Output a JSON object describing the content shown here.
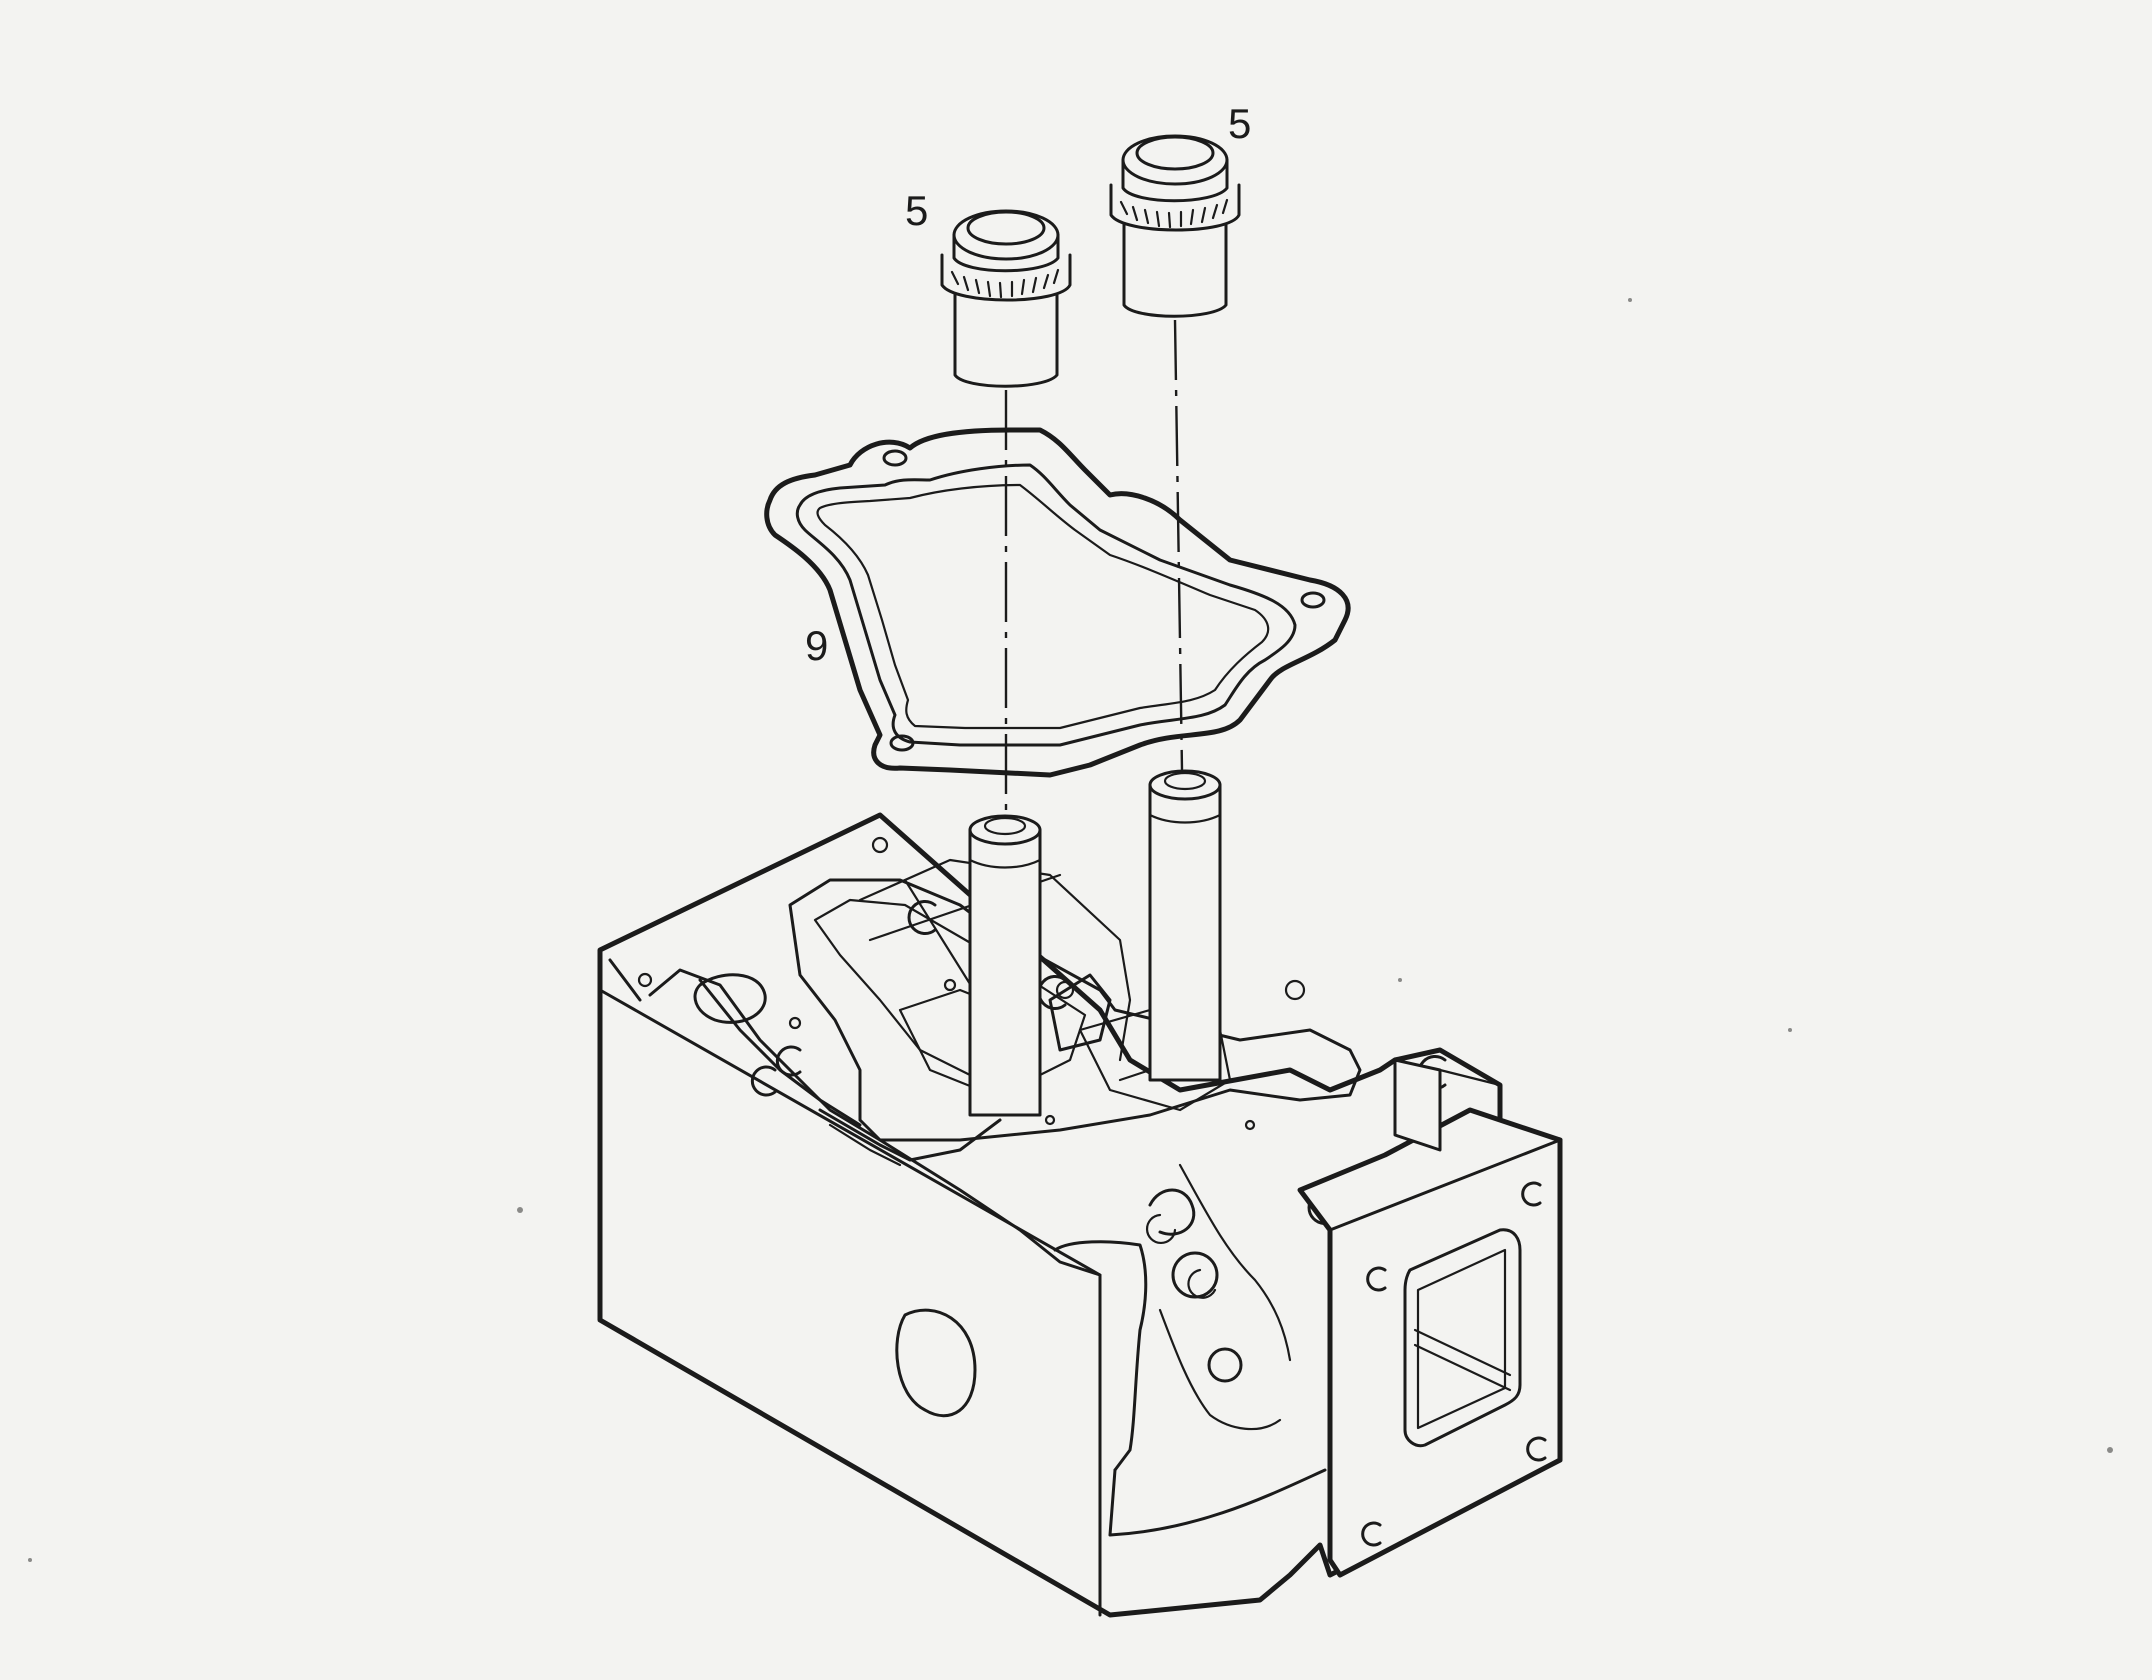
{
  "callouts": {
    "valve_guide_left": "5",
    "valve_guide_right": "5",
    "gasket": "9"
  },
  "colors": {
    "ink": "#1b1b1b",
    "paper": "#f3f3f1"
  },
  "icons": {
    "valve_guide": "valve-guide-icon",
    "gasket": "gasket-icon",
    "cylinder_head": "cylinder-head-icon"
  }
}
